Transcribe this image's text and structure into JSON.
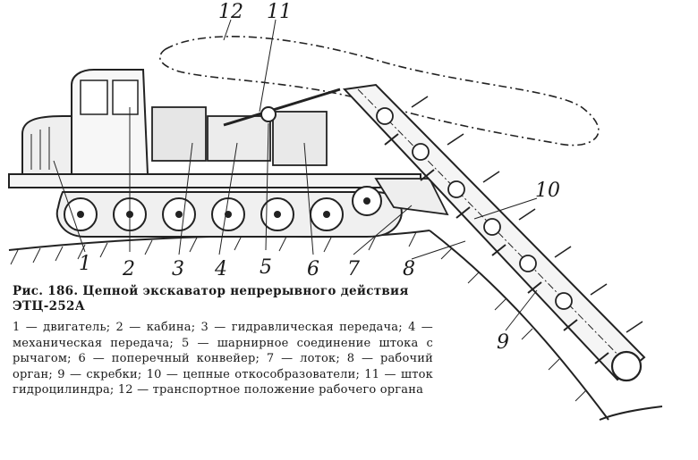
{
  "figure": {
    "labels": [
      "1",
      "2",
      "3",
      "4",
      "5",
      "6",
      "7",
      "8",
      "9",
      "10",
      "11",
      "12"
    ]
  },
  "caption": {
    "title": "Рис. 186. Цепной экскаватор непрерывного действия ЭТЦ-252А",
    "body": "1 — двигатель; 2 — кабина; 3 — гидравлическая передача; 4 — механическая передача; 5 — шарнирное соединение штока с рычагом; 6 — поперечный конвейер; 7 — лоток; 8 — рабочий орган; 9 — скребки; 10 — цепные откособразователи; 11 — шток гидроцилиндра; 12 — транспортное положение рабочего органа"
  }
}
